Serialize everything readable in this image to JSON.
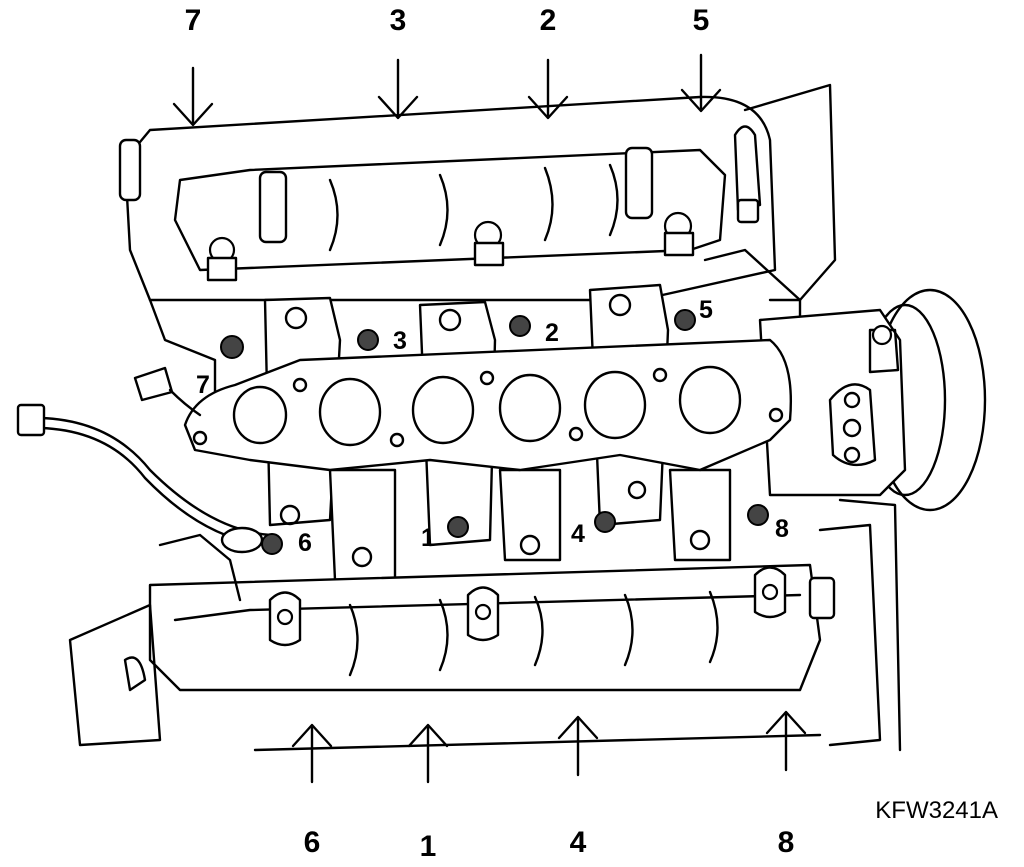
{
  "figure_code": "KFW3241A",
  "top_arrows": [
    "7",
    "3",
    "2",
    "5"
  ],
  "bottom_arrows": [
    "6",
    "1",
    "4",
    "8"
  ],
  "bolt_labels": {
    "b1": "1",
    "b2": "2",
    "b3": "3",
    "b4": "4",
    "b5": "5",
    "b6": "6",
    "b7": "7",
    "b8": "8"
  }
}
